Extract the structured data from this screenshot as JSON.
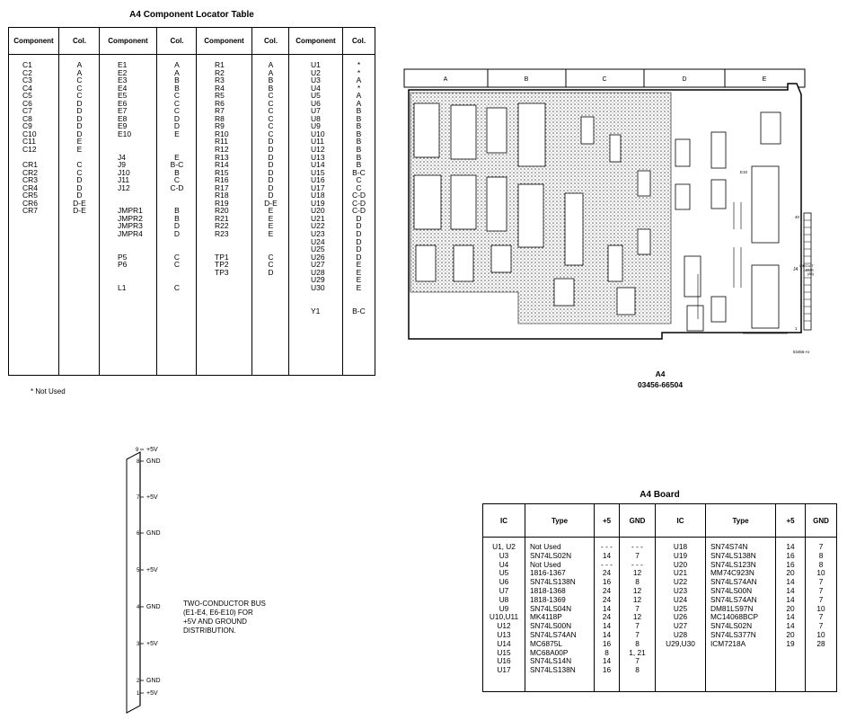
{
  "locator": {
    "title": "A4 Component Locator Table",
    "groups": [
      {
        "comp_header": "Component",
        "col_header": "Col.",
        "components": "C1\nC2\nC3\nC4\nC5\nC6\nC7\nC8\nC9\nC10\nC11\nC12\n\nCR1\nCR2\nCR3\nCR4\nCR5\nCR6\nCR7",
        "cols": "A\nA\nC\nC\nC\nD\nD\nD\nD\nD\nE\nE\n\nC\nC\nD\nD\nD\nD-E\nD-E"
      },
      {
        "comp_header": "Component",
        "col_header": "Col.",
        "components": "E1\nE2\nE3\nE4\nE5\nE6\nE7\nE8\nE9\nE10\n\n\nJ4\nJ9\nJ10\nJ11\nJ12\n\n\nJMPR1\nJMPR2\nJMPR3\nJMPR4\n\n\nP5\nP6\n\n\nL1",
        "cols": "A\nA\nB\nB\nC\nC\nC\nD\nD\nE\n\n\nE\nB-C\nB\nC\nC-D\n\n\nB\nB\nD\nD\n\n\nC\nC\n\n\nC"
      },
      {
        "comp_header": "Component",
        "col_header": "Col.",
        "components": "R1\nR2\nR3\nR4\nR5\nR6\nR7\nR8\nR9\nR10\nR11\nR12\nR13\nR14\nR15\nR16\nR17\nR18\nR19\nR20\nR21\nR22\nR23\n\n\nTP1\nTP2\nTP3",
        "cols": "A\nA\nB\nB\nC\nC\nC\nC\nC\nC\nD\nD\nD\nD\nD\nD\nD\nD\nD-E\nE\nE\nE\nE\n\n\nC\nC\nD"
      },
      {
        "comp_header": "Component",
        "col_header": "Col.",
        "components": "U1\nU2\nU3\nU4\nU5\nU6\nU7\nU8\nU9\nU10\nU11\nU12\nU13\nU14\nU15\nU16\nU17\nU18\nU19\nU20\nU21\nU22\nU23\nU24\nU25\nU26\nU27\nU28\nU29\nU30\n\n\nY1",
        "cols": "*\n*\nA\n*\nA\nA\nB\nB\nB\nB\nB\nB\nB\nB\nB-C\nC\nC\nC-D\nC-D\nC-D\nD\nD\nD\nD\nD\nD\nE\nE\nE\nE\n\n\nB-C"
      }
    ],
    "note": "* Not Used"
  },
  "board": {
    "columns": [
      "A",
      "B",
      "C",
      "D",
      "E"
    ],
    "label_line1": "A4",
    "label_line2": "03456-66504",
    "silk": {
      "j4": "J4",
      "circuit": "CIRCUIT\nSIDE\n(83)",
      "e10": "E10",
      "partno": "03456-AI",
      "p40": "40",
      "p1": "1"
    }
  },
  "bus": {
    "labels": [
      "+5V",
      "GND",
      "+5V",
      "GND",
      "+5V",
      "GND",
      "+5V",
      "GND",
      "+5V"
    ],
    "pins": [
      "9",
      "8",
      "7",
      "6",
      "5",
      "4",
      "3",
      "2",
      "1"
    ],
    "description": "TWO-CONDUCTOR BUS\n(E1-E4, E6-E10) FOR\n+5V AND GROUND\nDISTRIBUTION."
  },
  "ic_table": {
    "title": "A4 Board",
    "headers": [
      "IC",
      "Type",
      "+5",
      "GND",
      "IC",
      "Type",
      "+5",
      "GND"
    ],
    "c1": "U1, U2\nU3\nU4\nU5\nU6\nU7\nU8\nU9\nU10,U11\nU12\nU13\nU14\nU15\nU16\nU17",
    "c2": "Not Used\nSN74LS02N\nNot Used\n1816-1367\nSN74LS138N\n1818-1368\n1818-1369\nSN74LS04N\nMK4118P\nSN74LS00N\nSN74LS74AN\nMC6875L\nMC68A00P\nSN74LS14N\nSN74LS138N",
    "c3": "- - -\n14\n- - -\n24\n16\n24\n24\n14\n24\n14\n14\n16\n8\n14\n16",
    "c4": "- - -\n7\n- - -\n12\n8\n12\n12\n7\n12\n7\n7\n8\n1, 21\n7\n8",
    "c5": "U18\nU19\nU20\nU21\nU22\nU23\nU24\nU25\nU26\nU27\nU28\nU29,U30",
    "c6": "SN74S74N\nSN74LS138N\nSN74LS123N\nMM74C923N\nSN74LS74AN\nSN74LS00N\nSN74LS74AN\nDM81LS97N\nMC14068BCP\nSN74LS02N\nSN74LS377N\nICM7218A",
    "c7": "14\n16\n16\n20\n14\n14\n14\n20\n14\n14\n20\n19",
    "c8": "7\n8\n8\n10\n7\n7\n7\n10\n7\n7\n10\n28"
  }
}
